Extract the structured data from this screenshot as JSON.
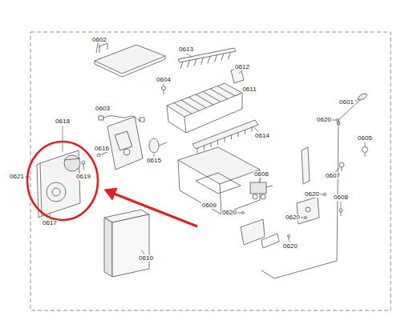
{
  "diagram": {
    "labels": [
      "0602",
      "0613",
      "0612",
      "0604",
      "0603",
      "0611",
      "0621",
      "0618",
      "0614",
      "0601",
      "0620",
      "0605",
      "0616",
      "0615",
      "0619",
      "0606",
      "0607",
      "0617",
      "0609",
      "0620",
      "0620",
      "0608",
      "0620",
      "0620",
      "0610"
    ]
  }
}
